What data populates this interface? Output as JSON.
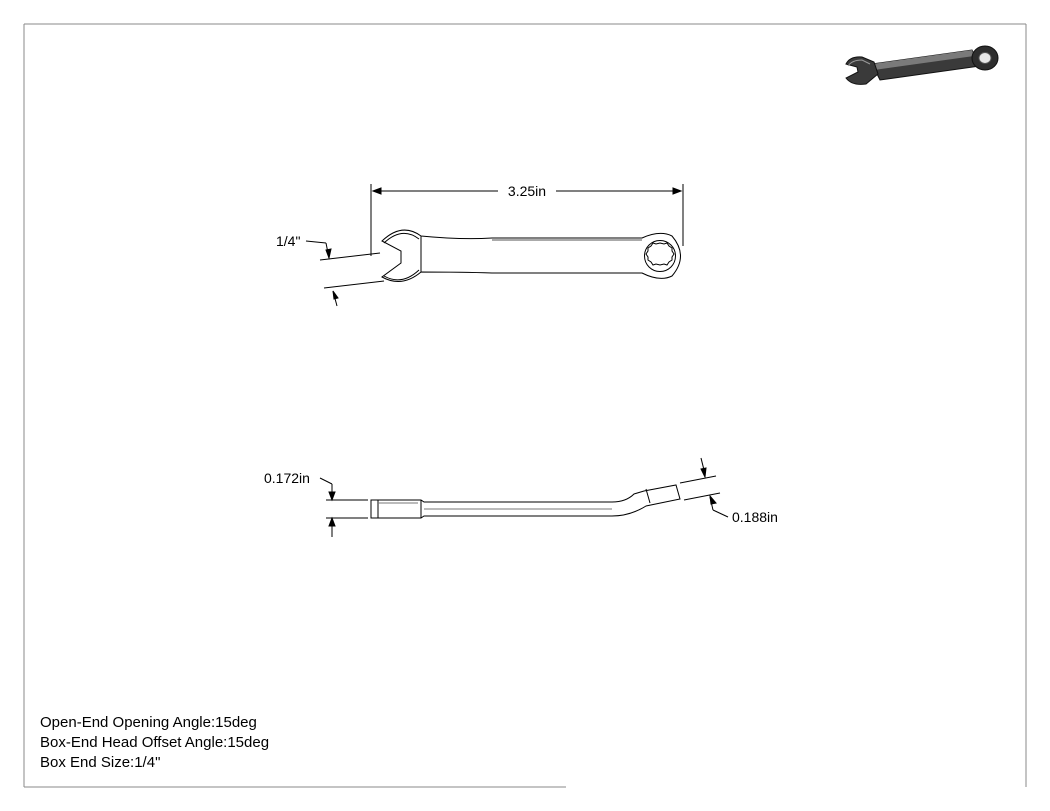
{
  "dimensions": {
    "overall_length": "3.25in",
    "open_end_size": "1/4\"",
    "open_end_thickness": "0.172in",
    "box_end_thickness": "0.188in"
  },
  "notes": [
    "Open-End Opening Angle:15deg",
    "Box-End Head Offset Angle:15deg",
    "Box End Size:1/4\""
  ]
}
